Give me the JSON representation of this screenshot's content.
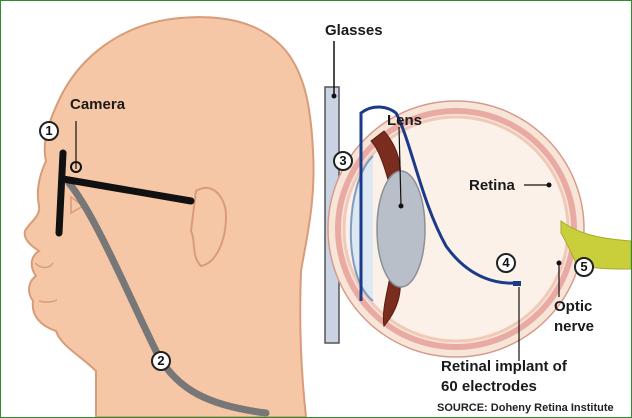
{
  "labels": {
    "camera": "Camera",
    "glasses": "Glasses",
    "lens": "Lens",
    "retina": "Retina",
    "optic_nerve_line1": "Optic",
    "optic_nerve_line2": "nerve",
    "implant_line1": "Retinal implant of",
    "implant_line2": "60 electrodes",
    "source": "SOURCE: Doheny Retina Institute"
  },
  "markers": [
    "1",
    "2",
    "3",
    "4",
    "5"
  ],
  "colors": {
    "skin": "#f5c7a6",
    "skin_outline": "#d89c7a",
    "frame_border": "#2e8b2e",
    "glasses_frame": "#111111",
    "cable": "#777777",
    "glasses_panel": "#c9d3e3",
    "sclera": "#f7e6d8",
    "retina_layer": "#e9aaa4",
    "implant_wire": "#1a3a8a",
    "optic_nerve": "#c8cf3a",
    "lens": "#b9bfc8",
    "iris": "#7a2d1e"
  }
}
